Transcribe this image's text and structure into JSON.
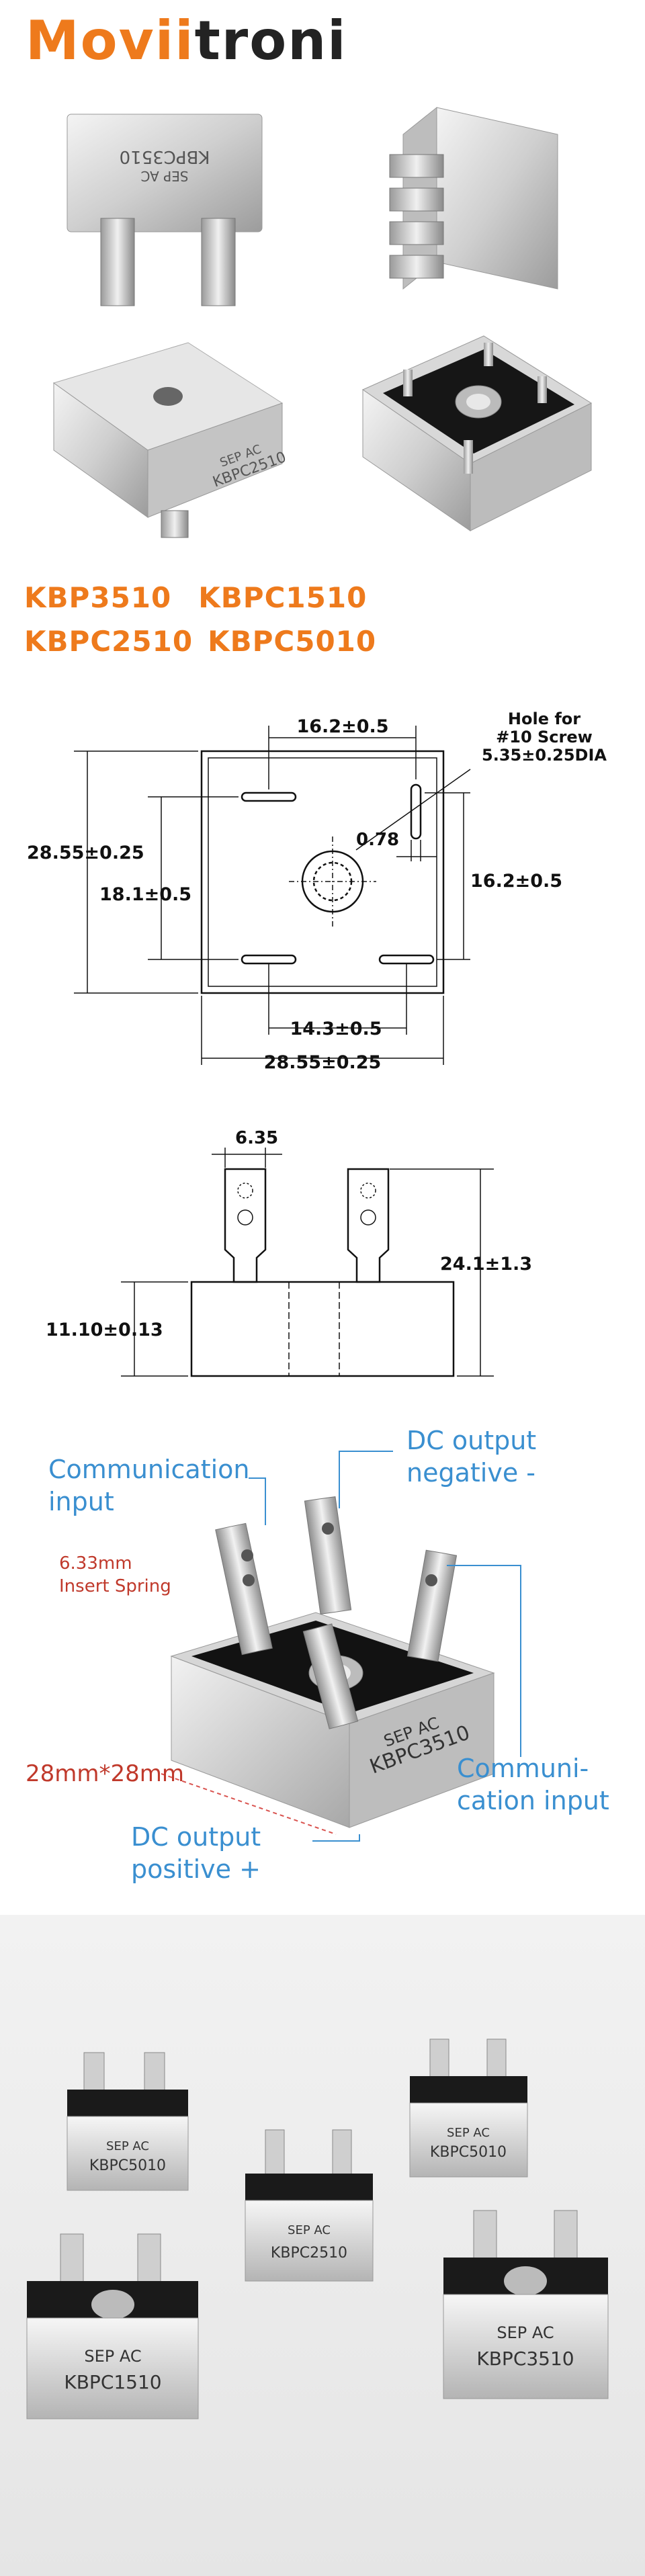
{
  "brand": {
    "part1": "Movii",
    "part2": "troni"
  },
  "top_images": {
    "img1_text": "KBPC3510",
    "img1_sub": "SEP AC",
    "img3_text": "KBPC2510",
    "img3_sub": "SEP AC"
  },
  "models": {
    "row1_a": "KBP3510",
    "row1_b": "KBPC1510",
    "row2_a": "KBPC2510",
    "row2_b": "KBPC5010"
  },
  "dim_top": {
    "d_top": "16.2±0.5",
    "hole_label_1": "Hole for",
    "hole_label_2": "#10 Screw",
    "hole_label_3": "5.35±0.25DIA",
    "d_left_outer": "28.55±0.25",
    "d_left_inner": "18.1±0.5",
    "d_hole": "0.78",
    "d_right": "16.2±0.5",
    "d_bottom_inner": "14.3±0.5",
    "d_bottom_outer": "28.55±0.25"
  },
  "dim_side": {
    "d_pin_width": "6.35",
    "d_height": "24.1±1.3",
    "d_body": "11.10±0.13"
  },
  "annot": {
    "comm_input_1": "Communication",
    "comm_input_2": "input",
    "dc_neg_1": "DC output",
    "dc_neg_2": "negative -",
    "spring_1": "6.33mm",
    "spring_2": "Insert Spring",
    "size": "28mm*28mm",
    "comm_right_1": "Communi-",
    "comm_right_2": "cation input",
    "dc_pos_1": "DC output",
    "dc_pos_2": "positive +",
    "chip_text": "KBPC3510",
    "chip_sub": "SEP AC"
  },
  "photo": {
    "chip1": "KBPC5010",
    "chip2": "KBPC5010",
    "chip3": "KBPC2510",
    "chip4": "KBPC1510",
    "chip5": "KBPC3510",
    "sub": "SEP AC"
  }
}
